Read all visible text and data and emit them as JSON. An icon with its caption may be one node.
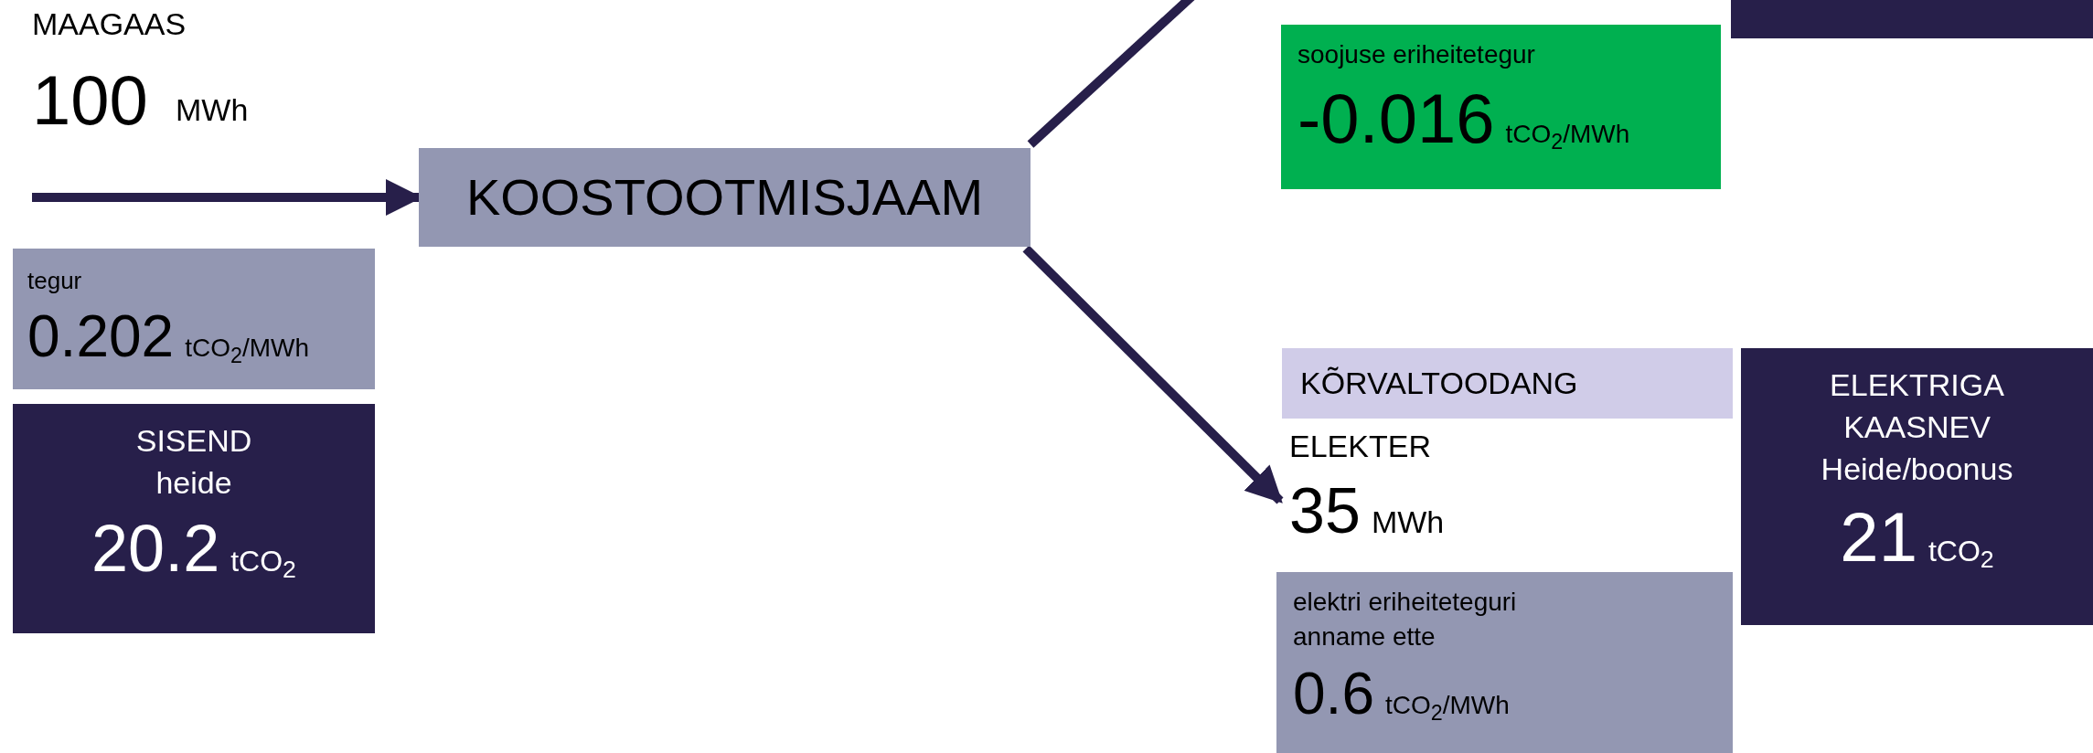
{
  "diagram": {
    "nodes": [
      {
        "text": [
          "KOOSTOOTMISJAAM"
        ]
      },
      {
        "text": [
          "tegur",
          "0.202",
          "tCO$_{2}$/MWh"
        ]
      },
      {
        "text": [
          "SISEND heide",
          "20.2",
          "tCO$_{2}$"
        ]
      },
      {
        "text": [
          "soojuse eriheitetegur",
          "-0.016",
          "tCO$_{2}$/MWh"
        ]
      },
      {
        "text": [],
        "shape": "box"
      },
      {
        "text": [
          "KÕRVALTOODANG"
        ]
      },
      {
        "text": [
          "ELEKTER",
          "35",
          "MWh"
        ]
      },
      {
        "text": [
          "elektri eriheiteteguri anname ette",
          "0.6",
          "tCO$_{2}$/MWh"
        ]
      },
      {
        "text": [
          "ELEKTRIGA KAASNEV Heide/boonus",
          "21",
          "tCO$_{2}$"
        ]
      }
    ],
    "edges": [
      {
        "from": null,
        "to": 0,
        "arrow": "to"
      },
      {
        "from": 0,
        "to": null,
        "arrow": "none"
      },
      {
        "from": 0,
        "to": 6,
        "arrow": "to"
      }
    ],
    "labels": [
      "MAAGAAS",
      "100",
      "MWh"
    ]
  }
}
